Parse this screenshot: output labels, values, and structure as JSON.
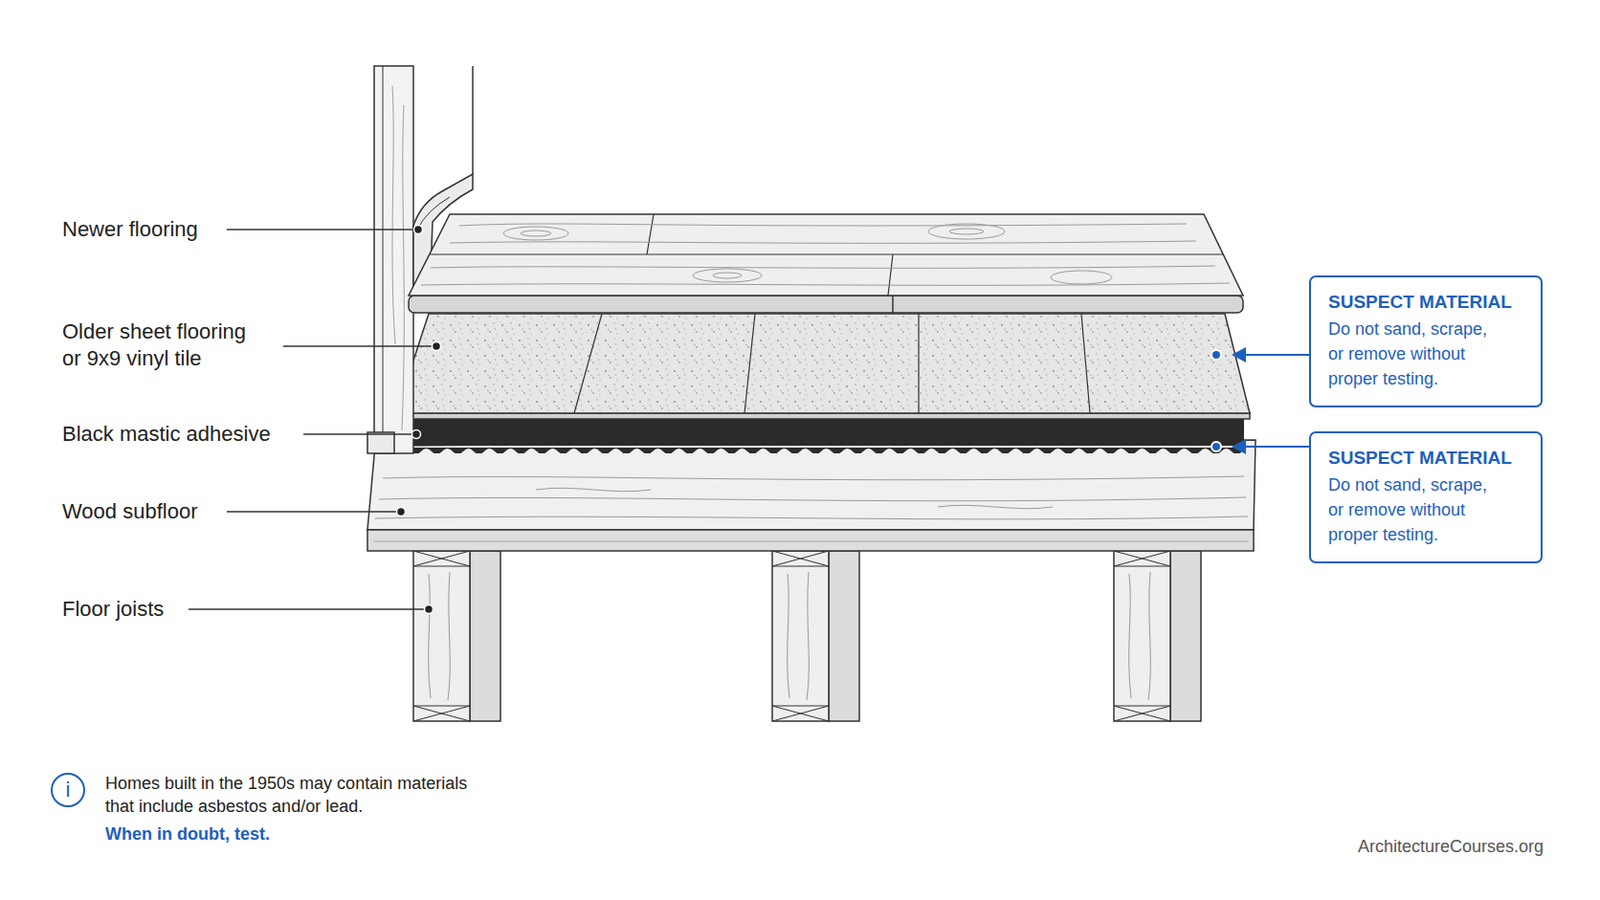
{
  "diagram": {
    "nodes": [
      {
        "text": [
          "SUSPECT MATERIAL",
          "Do not sand, scrape, or remove without proper testing."
        ]
      },
      {
        "text": [
          "SUSPECT MATERIAL",
          "Do not sand, scrape, or remove without proper testing."
        ]
      },
      {
        "text": [
          "i"
        ]
      }
    ],
    "labels": [
      "Newer flooring",
      "Older sheet flooring or 9x9 vinyl tile",
      "Black mastic adhesive",
      "Wood subfloor",
      "Floor joists",
      "Homes built in the 1950s may contain materials that include asbestos and/or lead.",
      "When in doubt, test.",
      "ArchitectureCourses.org"
    ]
  }
}
